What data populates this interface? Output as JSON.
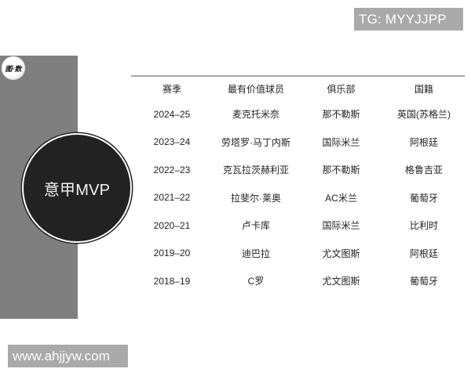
{
  "watermarks": {
    "tg": "TG: MYYJJPP",
    "url": "www.ahjjyw.com"
  },
  "logo": {
    "text": "图·数",
    "icon": "tushu-logo-icon"
  },
  "badge": {
    "title": "意甲MVP"
  },
  "table": {
    "headers": [
      "赛季",
      "最有价值球员",
      "俱乐部",
      "国籍"
    ],
    "rows": [
      [
        "2024–25",
        "麦克托米奈",
        "那不勒斯",
        "英国(苏格兰)"
      ],
      [
        "2023–24",
        "劳塔罗·马丁内斯",
        "国际米兰",
        "阿根廷"
      ],
      [
        "2022–23",
        "克瓦拉茨赫利亚",
        "那不勒斯",
        "格鲁吉亚"
      ],
      [
        "2021–22",
        "拉斐尔·莱奥",
        "AC米兰",
        "葡萄牙"
      ],
      [
        "2020–21",
        "卢卡库",
        "国际米兰",
        "比利时"
      ],
      [
        "2019–20",
        "迪巴拉",
        "尤文图斯",
        "阿根廷"
      ],
      [
        "2018–19",
        "C罗",
        "尤文图斯",
        "葡萄牙"
      ]
    ]
  },
  "colors": {
    "panel": "#7f7f7f",
    "circle": "#222222",
    "watermark_bg": "#a9a9a9",
    "rule": "#a6a6a6"
  }
}
